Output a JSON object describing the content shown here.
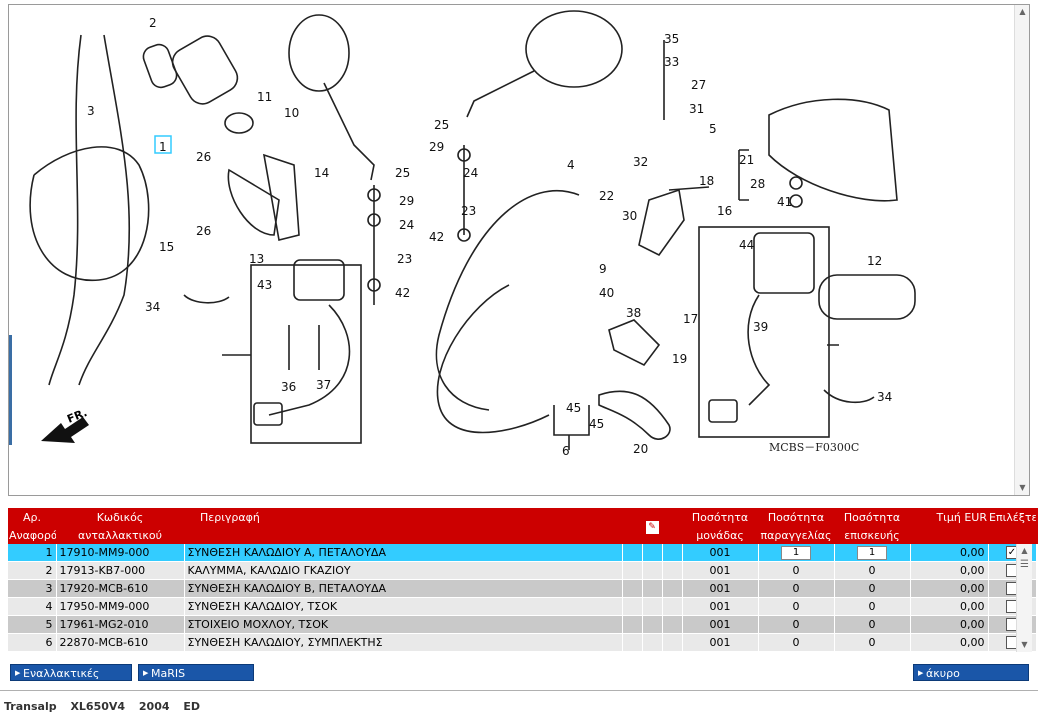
{
  "diagram": {
    "code": "MCBS－F0300C",
    "fr_label": "FR.",
    "callouts": [
      "1",
      "2",
      "3",
      "4",
      "5",
      "6",
      "9",
      "10",
      "11",
      "12",
      "13",
      "14",
      "15",
      "16",
      "17",
      "18",
      "19",
      "20",
      "21",
      "22",
      "23",
      "23",
      "24",
      "24",
      "25",
      "25",
      "26",
      "26",
      "27",
      "28",
      "29",
      "29",
      "30",
      "31",
      "32",
      "33",
      "34",
      "34",
      "35",
      "36",
      "37",
      "38",
      "39",
      "40",
      "41",
      "42",
      "42",
      "43",
      "44",
      "45",
      "45"
    ]
  },
  "table": {
    "headers": {
      "ref_line1": "Αρ.",
      "ref_line2": "Αναφοράς",
      "code_line1": "Κωδικός",
      "code_line2": "ανταλλακτικού",
      "desc": "Περιγραφή",
      "unit_qty_line1": "Ποσότητα",
      "unit_qty_line2": "μονάδας",
      "order_qty_line1": "Ποσότητα",
      "order_qty_line2": "παραγγελίας",
      "repair_qty_line1": "Ποσότητα",
      "repair_qty_line2": "επισκευής",
      "price": "Τιμή EUR",
      "select": "Επιλέξτε"
    },
    "rows": [
      {
        "ref": "1",
        "code": "17910-MM9-000",
        "desc": "ΣΥΝΘΕΣΗ ΚΑΛΩΔΙΟΥ Α, ΠΕΤΑΛΟΥΔΑ",
        "unit": "001",
        "order": "1",
        "repair": "1",
        "price": "0,00",
        "checked": true
      },
      {
        "ref": "2",
        "code": "17913-KB7-000",
        "desc": "ΚΑΛΥΜΜΑ, ΚΑΛΩΔΙΟ ΓΚΑΖΙΟΥ",
        "unit": "001",
        "order": "0",
        "repair": "0",
        "price": "0,00",
        "checked": false
      },
      {
        "ref": "3",
        "code": "17920-MCB-610",
        "desc": "ΣΥΝΘΕΣΗ ΚΑΛΩΔΙΟΥ Β, ΠΕΤΑΛΟΥΔΑ",
        "unit": "001",
        "order": "0",
        "repair": "0",
        "price": "0,00",
        "checked": false
      },
      {
        "ref": "4",
        "code": "17950-MM9-000",
        "desc": "ΣΥΝΘΕΣΗ ΚΑΛΩΔΙΟΥ, ΤΣΟΚ",
        "unit": "001",
        "order": "0",
        "repair": "0",
        "price": "0,00",
        "checked": false
      },
      {
        "ref": "5",
        "code": "17961-MG2-010",
        "desc": "ΣΤΟΙΧΕΙΟ ΜΟΧΛΟΥ, ΤΣΟΚ",
        "unit": "001",
        "order": "0",
        "repair": "0",
        "price": "0,00",
        "checked": false
      },
      {
        "ref": "6",
        "code": "22870-MCB-610",
        "desc": "ΣΥΝΘΕΣΗ ΚΑΛΩΔΙΟΥ, ΣΥΜΠΛΕΚΤΗΣ",
        "unit": "001",
        "order": "0",
        "repair": "0",
        "price": "0,00",
        "checked": false
      }
    ]
  },
  "buttons": {
    "alternatives": "Εναλλακτικές",
    "maris": "MaRIS",
    "cancel": "άκυρο"
  },
  "footer": {
    "model": "Transalp",
    "code": "XL650V4",
    "year": "2004",
    "region": "ED"
  }
}
